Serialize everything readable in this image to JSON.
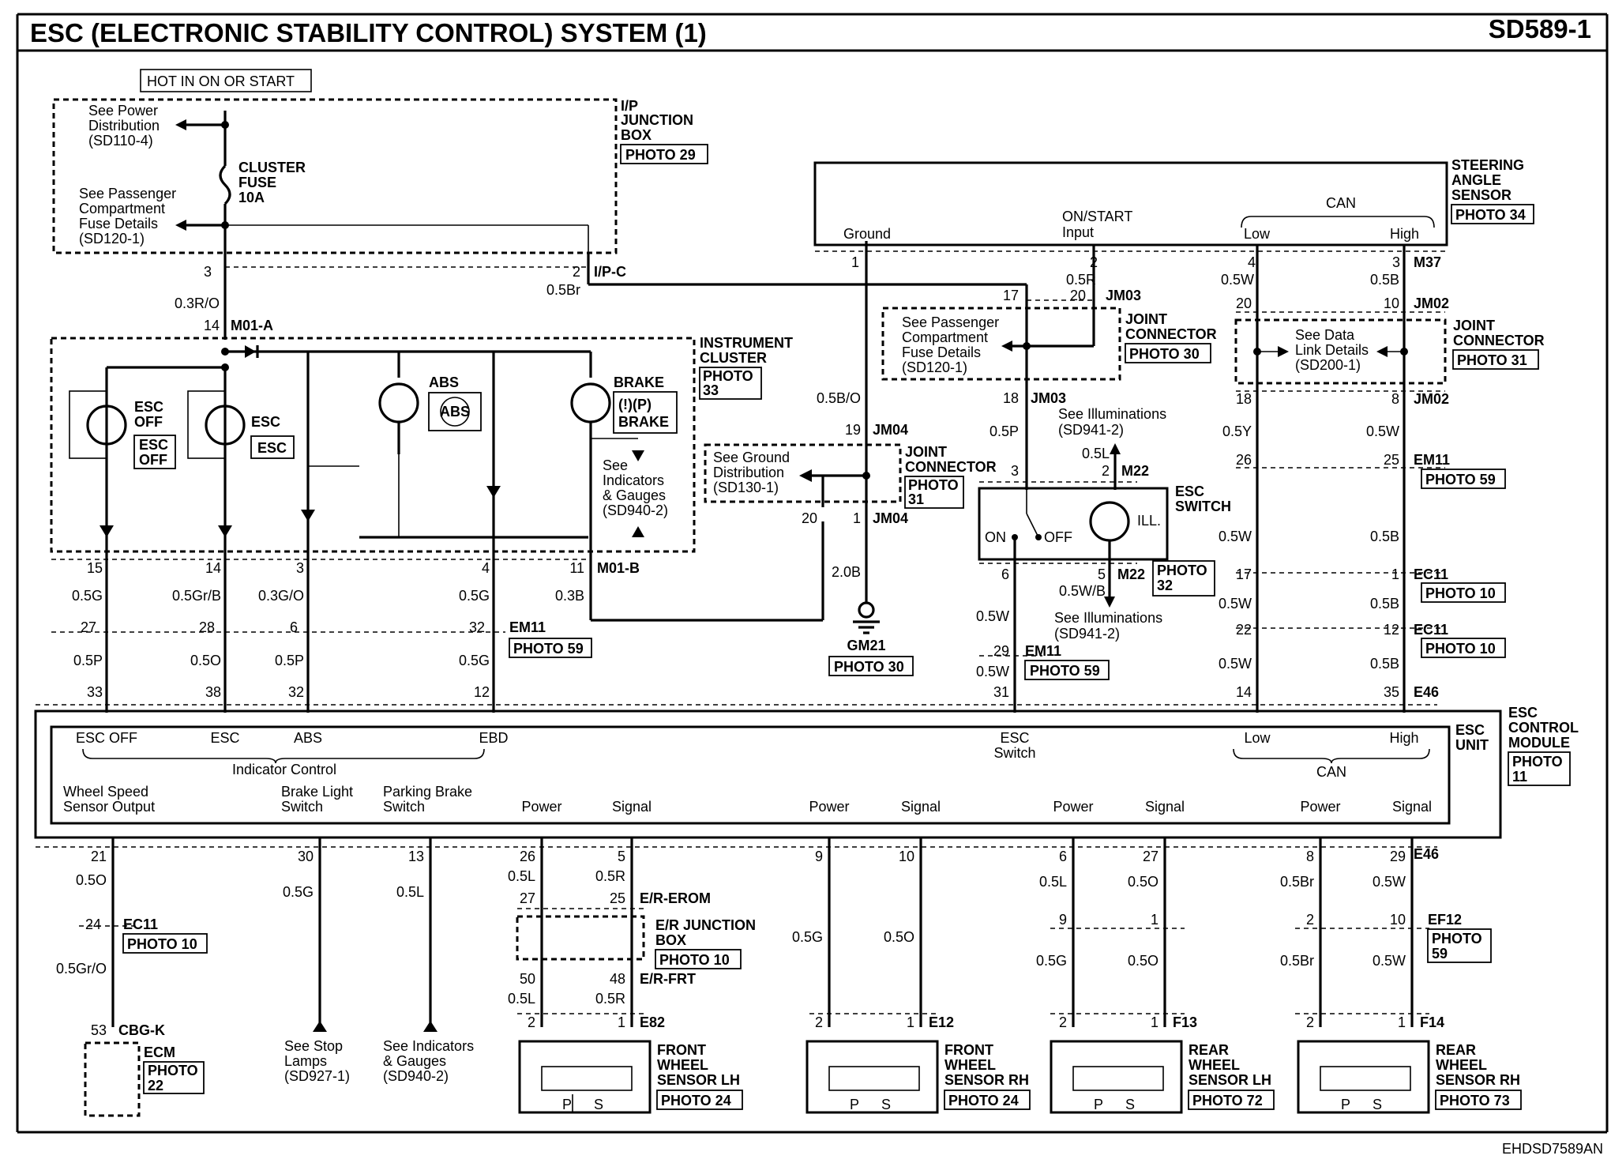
{
  "header": {
    "title": "ESC (ELECTRONIC STABILITY CONTROL) SYSTEM (1)",
    "page_id": "SD589-1"
  },
  "footer": {
    "code": "EHDSD7589AN"
  },
  "supply": {
    "hot": "HOT IN ON OR START",
    "see_power": [
      "See Power",
      "Distribution",
      "(SD110-4)"
    ],
    "fuse": [
      "CLUSTER",
      "FUSE",
      "10A"
    ],
    "see_pass": [
      "See Passenger",
      "Compartment",
      "Fuse Details",
      "(SD120-1)"
    ],
    "ip_box": [
      "I/P",
      "JUNCTION",
      "BOX"
    ],
    "ip_photo": "PHOTO 29"
  },
  "wires_top": {
    "pin3": "3",
    "pin2": "2",
    "ipc": "I/P-C",
    "w_03ro": "0.3R/O",
    "w_05br": "0.5Br",
    "pin14": "14",
    "m01a": "M01-A"
  },
  "cluster": {
    "name": [
      "INSTRUMENT",
      "CLUSTER"
    ],
    "photo": [
      "PHOTO",
      "33"
    ],
    "esc_off": [
      "ESC",
      "OFF"
    ],
    "esc": "ESC",
    "abs": "ABS",
    "abs_icon": "ABS",
    "brake": "BRAKE",
    "brake_icon": "(!)(P)",
    "brake_icon2": "BRAKE",
    "see_ind": [
      "See",
      "Indicators",
      "& Gauges",
      "(SD940-2)"
    ]
  },
  "cluster_pins": {
    "p15": "15",
    "p14": "14",
    "p3": "3",
    "p4": "4",
    "p11": "11",
    "m01b": "M01-B",
    "w1": "0.5G",
    "w2": "0.5Gr/B",
    "w3": "0.3G/O",
    "w4": "0.5G",
    "w5": "0.3B",
    "p27": "27",
    "p28": "28",
    "p6": "6",
    "p32": "32",
    "em11": "EM11",
    "photo59": "PHOTO 59",
    "w6": "0.5P",
    "w7": "0.5O",
    "w8": "0.5P",
    "w9": "0.5G",
    "p33": "33",
    "p38": "38",
    "p32b": "32",
    "p12": "12"
  },
  "ground": {
    "p1": "1",
    "w05bo": "0.5B/O",
    "p19": "19",
    "jm04": "JM04",
    "see_gnd": [
      "See Ground",
      "Distribution",
      "(SD130-1)"
    ],
    "jc": [
      "JOINT",
      "CONNECTOR"
    ],
    "photo": [
      "PHOTO",
      "31"
    ],
    "p20": "20",
    "p1b": "1",
    "jm04b": "JM04",
    "w20b": "2.0B",
    "gm21": "GM21",
    "gm_photo": "PHOTO 30"
  },
  "sas": {
    "name": [
      "STEERING",
      "ANGLE",
      "SENSOR"
    ],
    "photo": "PHOTO 34",
    "ground": "Ground",
    "onstart": [
      "ON/START",
      "Input"
    ],
    "can": "CAN",
    "low": "Low",
    "high": "High",
    "p2": "2",
    "p4": "4",
    "p3": "3",
    "m37": "M37",
    "w05r": "0.5R",
    "w05w": "0.5W",
    "w05b": "0.5B"
  },
  "jm03": {
    "p17": "17",
    "p20": "20",
    "label": "JM03",
    "see": [
      "See Passenger",
      "Compartment",
      "Fuse Details",
      "(SD120-1)"
    ],
    "jc": [
      "JOINT",
      "CONNECTOR"
    ],
    "photo": "PHOTO 30",
    "p18": "18",
    "label2": "JM03",
    "w05p": "0.5P",
    "see_ill": [
      "See Illuminations",
      "(SD941-2)"
    ],
    "w05l": "0.5L"
  },
  "jm02": {
    "p20": "20",
    "p10": "10",
    "label": "JM02",
    "see": [
      "See Data",
      "Link Details",
      "(SD200-1)"
    ],
    "jc": [
      "JOINT",
      "CONNECTOR"
    ],
    "photo": "PHOTO 31",
    "p18": "18",
    "p8": "8",
    "label2": "JM02",
    "w05y": "0.5Y",
    "w05w": "0.5W"
  },
  "em11r": {
    "p26": "26",
    "p25": "25",
    "label": "EM11",
    "photo": "PHOTO 59",
    "w1": "0.5W",
    "w2": "0.5B",
    "p17": "17",
    "p1": "1",
    "ec11": "EC11",
    "photo10": "PHOTO 10",
    "w3": "0.5W",
    "w4": "0.5B",
    "p22": "22",
    "p12": "12",
    "ec11b": "EC11",
    "photo10b": "PHOTO 10",
    "w5": "0.5W",
    "w6": "0.5B",
    "p14": "14",
    "p35": "35",
    "e46": "E46"
  },
  "switch": {
    "p3": "3",
    "p2": "2",
    "m22": "M22",
    "name": [
      "ESC",
      "SWITCH"
    ],
    "on": "ON",
    "off": "OFF",
    "ill": "ILL.",
    "p6": "6",
    "p5": "5",
    "m22b": "M22",
    "photo": [
      "PHOTO",
      "32"
    ],
    "w05wb": "0.5W/B",
    "see_ill": [
      "See Illuminations",
      "(SD941-2)"
    ],
    "w05w": "0.5W",
    "p29": "29",
    "em11": "EM11",
    "photo59": "PHOTO 59",
    "w05w2": "0.5W",
    "p31": "31"
  },
  "module": {
    "name": [
      "ESC",
      "CONTROL",
      "MODULE"
    ],
    "unit": [
      "ESC",
      "UNIT"
    ],
    "photo": [
      "PHOTO",
      "11"
    ],
    "esc_off": "ESC OFF",
    "esc": "ESC",
    "abs": "ABS",
    "ebd": "EBD",
    "indicator": "Indicator Control",
    "esc_switch": [
      "ESC",
      "Switch"
    ],
    "low": "Low",
    "high": "High",
    "can": "CAN",
    "wss": [
      "Wheel Speed",
      "Sensor Output"
    ],
    "bls": [
      "Brake Light",
      "Switch"
    ],
    "pbs": [
      "Parking Brake",
      "Switch"
    ],
    "power": "Power",
    "signal": "Signal"
  },
  "bottom": {
    "p21": "21",
    "p30": "30",
    "p13": "13",
    "p26": "26",
    "p5": "5",
    "p9": "9",
    "p10": "10",
    "p6": "6",
    "p27": "27",
    "p8": "8",
    "p29": "29",
    "e46": "E46",
    "w05o": "0.5O",
    "w05g": "0.5G",
    "w05l": "0.5L",
    "w05l2": "0.5L",
    "w05r": "0.5R",
    "p24": "24",
    "ec11": "EC11",
    "photo10": "PHOTO 10",
    "w05gro": "0.5Gr/O",
    "p53": "53",
    "cbgk": "CBG-K",
    "ecm": "ECM",
    "ecm_photo": [
      "PHOTO",
      "22"
    ],
    "see_stop": [
      "See Stop",
      "Lamps",
      "(SD927-1)"
    ],
    "see_ind": [
      "See Indicators",
      "& Gauges",
      "(SD940-2)"
    ],
    "p27b": "27",
    "p25": "25",
    "erom": "E/R-EROM",
    "er_box": [
      "E/R JUNCTION",
      "BOX"
    ],
    "er_photo": "PHOTO 10",
    "p50": "50",
    "p48": "48",
    "erfrt": "E/R-FRT",
    "w05l3": "0.5L",
    "w05r2": "0.5R"
  },
  "sensors": [
    {
      "name": [
        "FRONT",
        "WHEEL",
        "SENSOR LH"
      ],
      "photo": "PHOTO 24",
      "conn": "E82",
      "p2": "2",
      "p1": "1"
    },
    {
      "name": [
        "FRONT",
        "WHEEL",
        "SENSOR RH"
      ],
      "photo": "PHOTO 24",
      "conn": "E12",
      "p2": "2",
      "p1": "1",
      "w1": "0.5G",
      "w2": "0.5O"
    },
    {
      "name": [
        "REAR",
        "WHEEL",
        "SENSOR LH"
      ],
      "photo": "PHOTO 72",
      "conn": "F13",
      "p2": "2",
      "p1": "1",
      "w1": "0.5L",
      "w2": "0.5O",
      "p9": "9",
      "p1b": "1",
      "w3": "0.5G",
      "w4": "0.5O"
    },
    {
      "name": [
        "REAR",
        "WHEEL",
        "SENSOR RH"
      ],
      "photo": "PHOTO 73",
      "conn": "F14",
      "p2": "2",
      "p1": "1",
      "w1": "0.5Br",
      "w2": "0.5W",
      "p2b": "2",
      "p10": "10",
      "ef12": "EF12",
      "ef_photo": [
        "PHOTO",
        "59"
      ],
      "w3": "0.5Br",
      "w4": "0.5W"
    }
  ],
  "ps": {
    "p": "P",
    "s": "S"
  }
}
